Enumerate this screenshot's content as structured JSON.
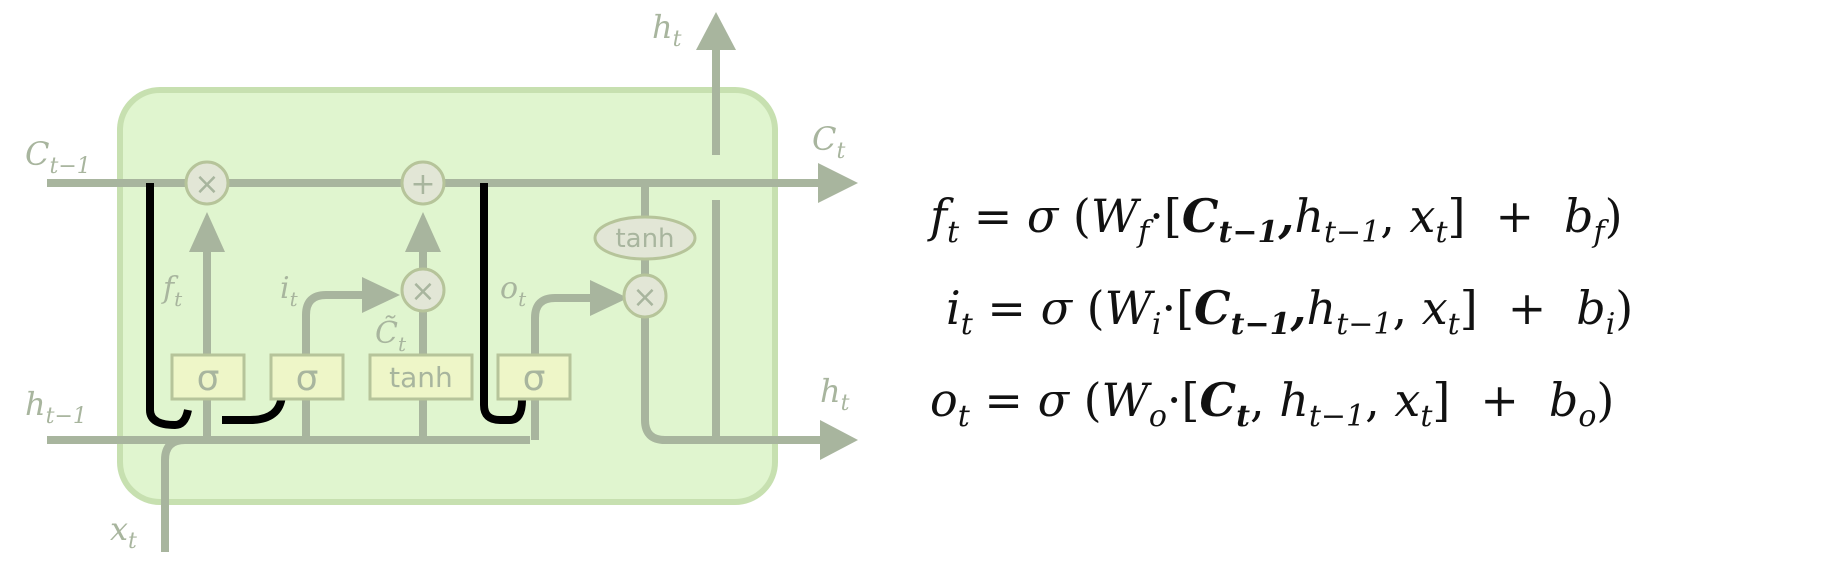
{
  "diagram": {
    "label_c_prev": "C",
    "label_c_prev_sub": "t−1",
    "label_c_next": "C",
    "label_c_next_sub": "t",
    "label_h_prev": "h",
    "label_h_prev_sub": "t−1",
    "label_h_out_right": "h",
    "label_h_out_right_sub": "t",
    "label_h_out_top": "h",
    "label_h_out_top_sub": "t",
    "label_x": "x",
    "label_x_sub": "t",
    "label_f": "f",
    "label_f_sub": "t",
    "label_i": "i",
    "label_i_sub": "t",
    "label_o": "o",
    "label_o_sub": "t",
    "label_c_tilde": "C̃",
    "label_c_tilde_sub": "t",
    "gate_forget": "σ",
    "gate_input": "σ",
    "gate_candidate": "tanh",
    "gate_output": "σ",
    "op_mult_forget": "×",
    "op_add": "+",
    "op_mult_input": "×",
    "op_mult_output": "×",
    "op_tanh": "tanh"
  },
  "equations": {
    "eq1": {
      "lhs": "f",
      "lhs_sub": "t",
      "w_sub": "f",
      "b_sub": "f",
      "c_sub": "t−1"
    },
    "eq2": {
      "lhs": "i",
      "lhs_sub": "t",
      "w_sub": "i",
      "b_sub": "i",
      "c_sub": "t−1"
    },
    "eq3": {
      "lhs": "o",
      "lhs_sub": "t",
      "w_sub": "o",
      "b_sub": "o",
      "c_sub": "t"
    },
    "equals": "=",
    "sigma": "σ",
    "W": "W",
    "C": "C",
    "h": "h",
    "h_sub": "t−1",
    "x": "x",
    "x_sub": "t",
    "b": "b",
    "plus": "+",
    "dot": "·"
  },
  "colors": {
    "cell_fill": "#e0f5cf",
    "cell_stroke": "#c7e0b0",
    "line": "#a8b59e",
    "gate_fill": "#eef6c8",
    "gate_stroke": "#b6c49a",
    "op_fill": "#e2e6d6",
    "peephole": "#000000",
    "equation_text": "#111111"
  }
}
